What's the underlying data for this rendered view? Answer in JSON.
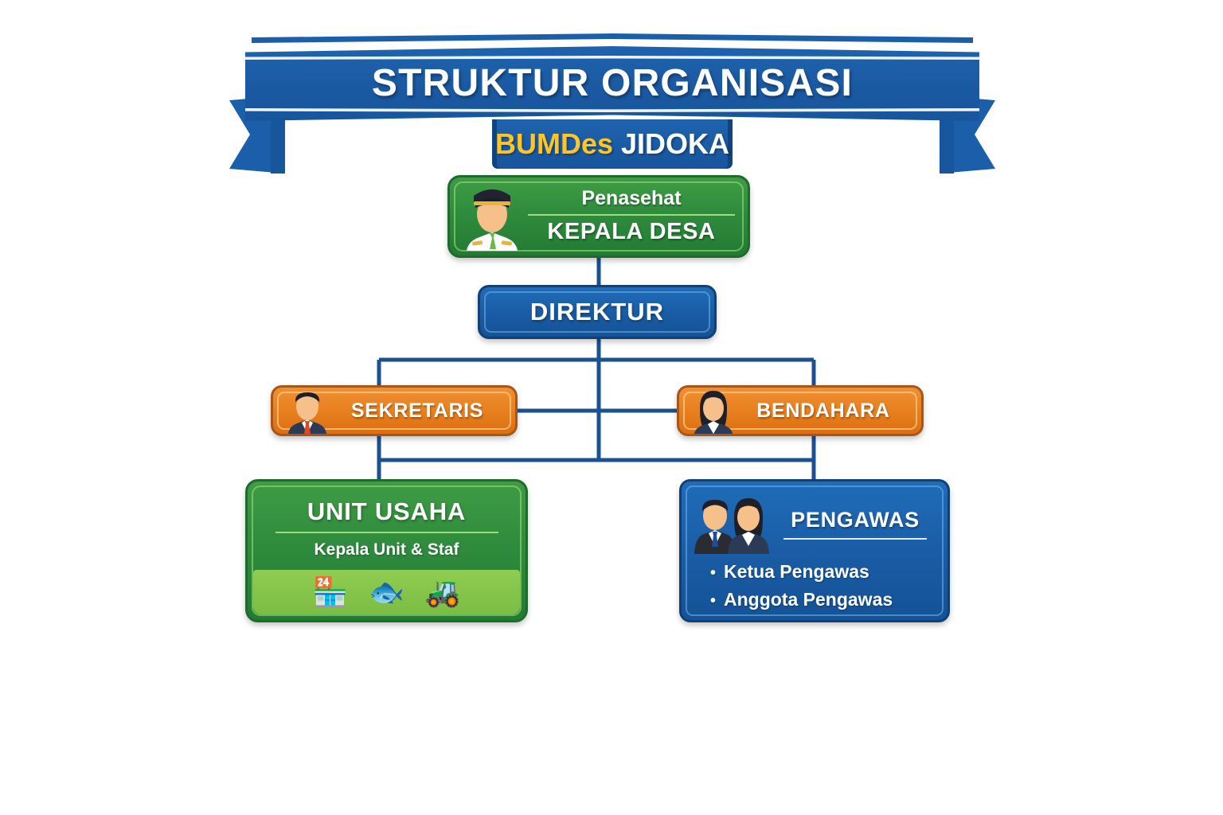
{
  "banner": {
    "title": "STRUKTUR ORGANISASI",
    "subtitle_highlight": "BUMDes",
    "subtitle_rest": " JIDOKA",
    "colors": {
      "ribbon_blue": "#1b5fab",
      "ribbon_dark": "#11437c",
      "gold": "#ffc425",
      "white": "#ffffff"
    }
  },
  "chart_data": {
    "type": "diagram",
    "title": "STRUKTUR ORGANISASI BUMDes JIDOKA",
    "nodes": [
      {
        "id": "penasehat",
        "role": "Penasehat",
        "name": "KEPALA DESA",
        "color": "#2e8b3d",
        "level": 0
      },
      {
        "id": "direktur",
        "label": "DIREKTUR",
        "color": "#1a5da6",
        "level": 1
      },
      {
        "id": "sekretaris",
        "label": "SEKRETARIS",
        "color": "#e8801f",
        "level": 2
      },
      {
        "id": "bendahara",
        "label": "BENDAHARA",
        "color": "#e8801f",
        "level": 2
      },
      {
        "id": "unit_usaha",
        "label": "UNIT USAHA",
        "subtitle": "Kepala Unit & Staf",
        "color": "#2e8b3d",
        "level": 3
      },
      {
        "id": "pengawas",
        "label": "PENGAWAS",
        "items": [
          "Ketua Pengawas",
          "Anggota Pengawas"
        ],
        "color": "#1a5da6",
        "level": 3
      }
    ],
    "edges": [
      {
        "from": "penasehat",
        "to": "direktur"
      },
      {
        "from": "direktur",
        "to": "sekretaris"
      },
      {
        "from": "direktur",
        "to": "bendahara"
      },
      {
        "from": "direktur",
        "to": "unit_usaha"
      },
      {
        "from": "direktur",
        "to": "pengawas"
      }
    ],
    "line_color": "#1b5095"
  },
  "nodes": {
    "penasehat": {
      "role": "Penasehat",
      "name": "KEPALA DESA",
      "avatar": "village-head-avatar"
    },
    "direktur": {
      "label": "DIREKTUR"
    },
    "sekretaris": {
      "label": "SEKRETARIS",
      "avatar": "male-officer-avatar"
    },
    "bendahara": {
      "label": "BENDAHARA",
      "avatar": "female-officer-avatar"
    },
    "unit_usaha": {
      "title": "UNIT USAHA",
      "subtitle": "Kepala Unit & Staf",
      "icons": [
        {
          "name": "store-icon",
          "glyph": "🏪"
        },
        {
          "name": "fish-icon",
          "glyph": "🐟"
        },
        {
          "name": "tractor-icon",
          "glyph": "🚜"
        }
      ]
    },
    "pengawas": {
      "title": "PENGAWAS",
      "avatar": "two-supervisors-avatar",
      "bullet": "•",
      "items": [
        {
          "label": "Ketua Pengawas"
        },
        {
          "label": "Anggota Pengawas"
        }
      ]
    }
  }
}
